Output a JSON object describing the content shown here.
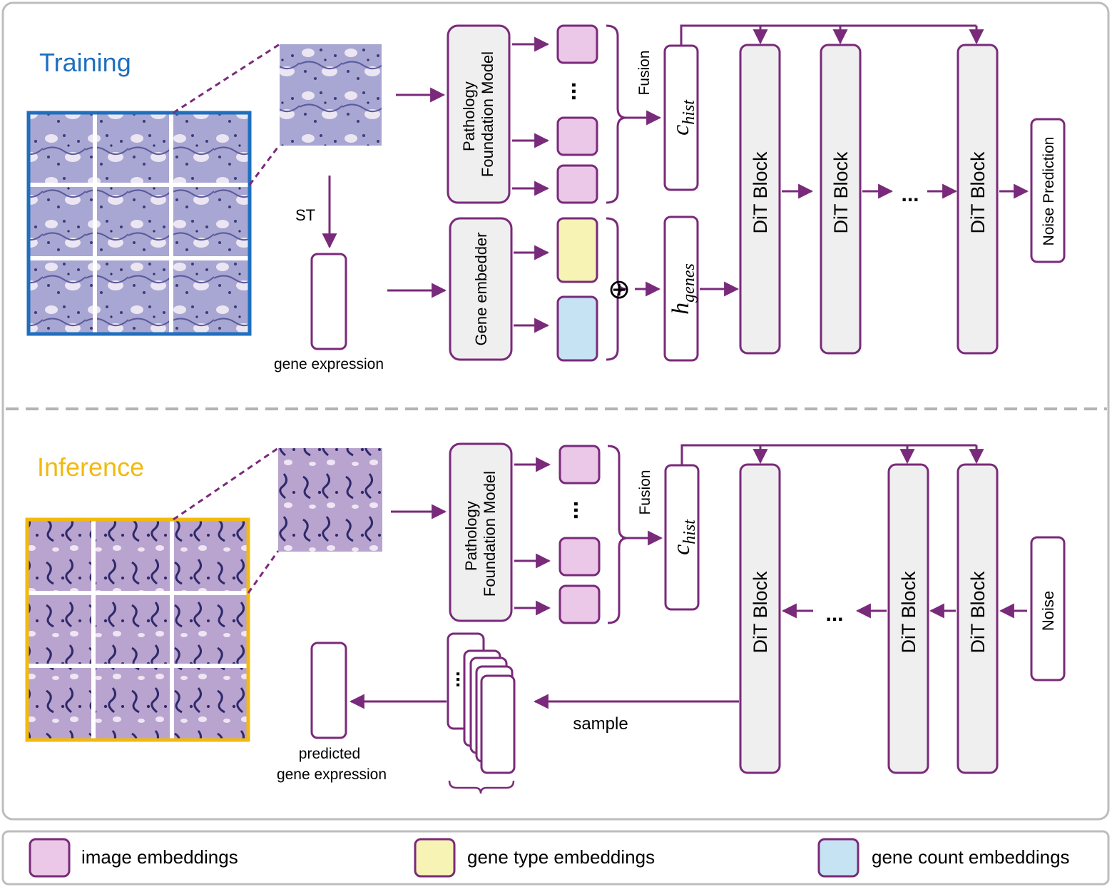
{
  "training": {
    "title": "Training",
    "foundation_model": [
      "Pathology",
      "Foundation Model"
    ],
    "gene_embedder": "Gene embedder",
    "fusion": "Fusion",
    "st_label": "ST",
    "gene_expression": "gene expression",
    "c_hist": {
      "base": "c",
      "sub": "hist"
    },
    "h_genes": {
      "base": "h",
      "sub": "genes"
    },
    "dit_block": "DiT Block",
    "noise_prediction": "Noise Prediction",
    "ellipsis": "...",
    "oplus": "⊕"
  },
  "inference": {
    "title": "Inference",
    "foundation_model": [
      "Pathology",
      "Foundation Model"
    ],
    "fusion": "Fusion",
    "c_hist": {
      "base": "c",
      "sub": "hist"
    },
    "dit_block": "DiT Block",
    "noise": "Noise",
    "sample": "sample",
    "predicted": [
      "predicted",
      "gene expression"
    ],
    "ellipsis": "..."
  },
  "legend": {
    "image_embeddings": "image embeddings",
    "gene_type_embeddings": "gene type embeddings",
    "gene_count_embeddings": "gene count embeddings"
  },
  "colors": {
    "purple": "#7a2a7a",
    "pink": "#ecc8e8",
    "yellow": "#f6f3b4",
    "blue": "#c6e3f3",
    "block_gray": "#efefef",
    "training_blue": "#1f6fbf",
    "inference_gold": "#f2b90f",
    "panel_border": "#bdbdbd"
  }
}
